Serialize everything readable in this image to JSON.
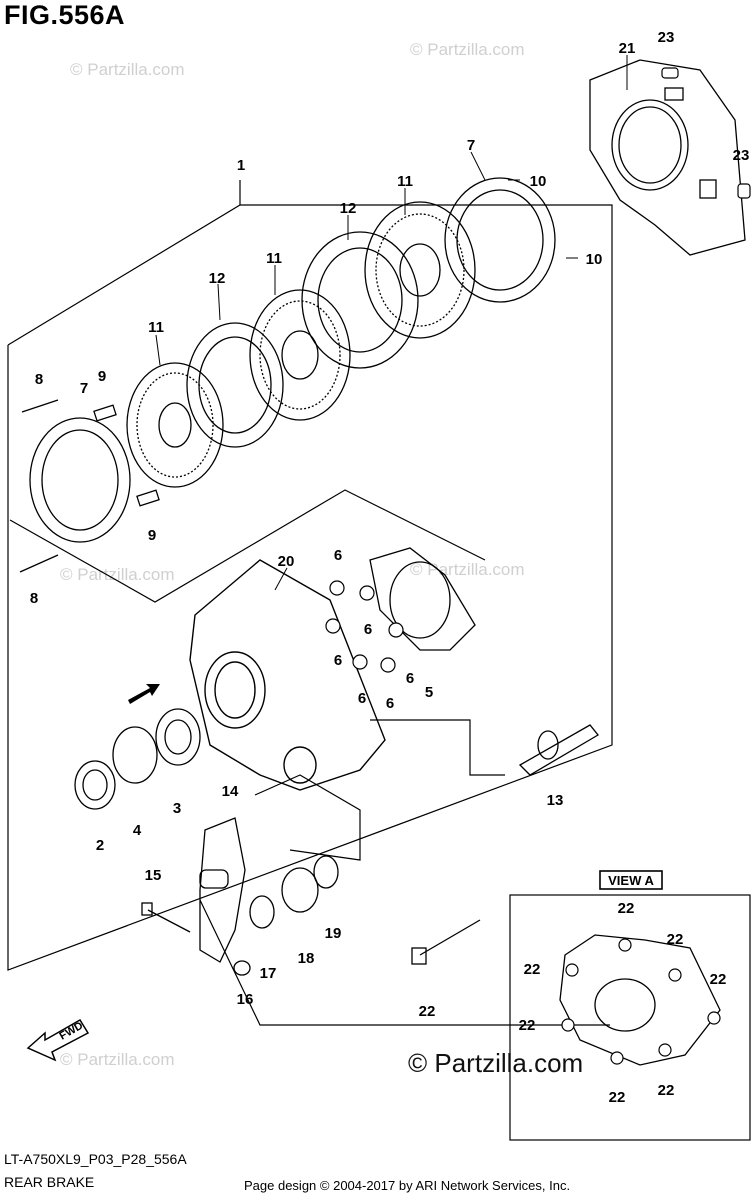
{
  "figure": {
    "title": "FIG.556A",
    "model_code": "LT-A750XL9_P03_P28_556A",
    "section_name": "REAR BRAKE",
    "page_credit": "Page design © 2004-2017 by ARI Network Services, Inc."
  },
  "watermarks": {
    "main": "© Partzilla.com",
    "faint": "© Partzilla.com"
  },
  "view_label": "VIEW A",
  "fwd_label": "FWD",
  "callouts": {
    "c1": "1",
    "c2": "2",
    "c3": "3",
    "c4": "4",
    "c5": "5",
    "c6": "6",
    "c7": "7",
    "c8": "8",
    "c9": "9",
    "c10": "10",
    "c11": "11",
    "c12": "12",
    "c13": "13",
    "c14": "14",
    "c15": "15",
    "c16": "16",
    "c17": "17",
    "c18": "18",
    "c19": "19",
    "c20": "20",
    "c21": "21",
    "c22": "22",
    "c23": "23"
  },
  "colors": {
    "line": "#000000",
    "background": "#ffffff",
    "watermark": "#d0d0d0"
  }
}
